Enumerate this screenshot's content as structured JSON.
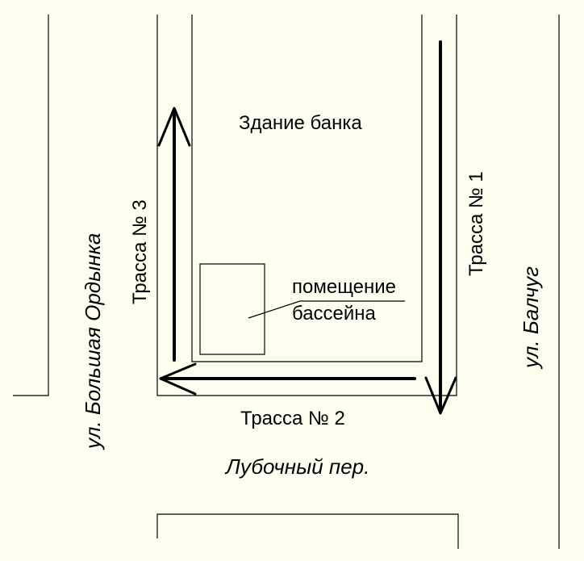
{
  "labels": {
    "building": "Здание банка",
    "pool_line1": "помещение",
    "pool_line2": "бассейна",
    "route1": "Трасса № 1",
    "route2": "Трасса № 2",
    "route3": "Трасса № 3"
  },
  "streets": {
    "left": "ул. Большая Ордынка",
    "right": "ул. Балчуг",
    "bottom": "Лубочный пер."
  }
}
